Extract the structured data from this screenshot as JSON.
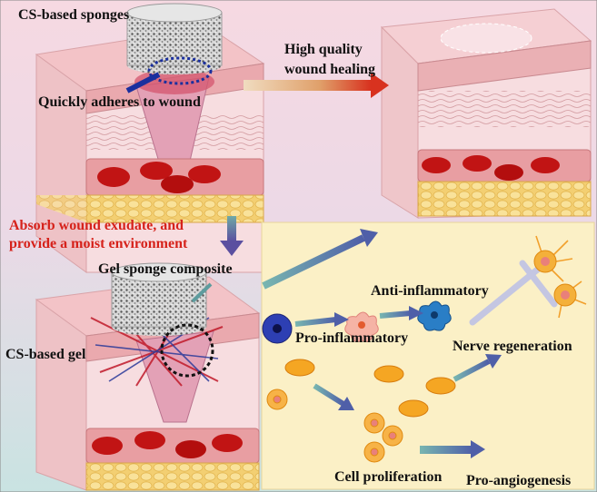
{
  "labels": {
    "cs_sponges": "CS-based sponges",
    "adheres": "Quickly adheres to wound",
    "high_quality_1": "High quality",
    "high_quality_2": "wound healing",
    "absorb_1": "Absorb wound exudate, and",
    "absorb_2": "provide a moist environment",
    "gel_sponge": "Gel sponge composite",
    "cs_gel": "CS-based gel",
    "anti_inflammatory": "Anti-inflammatory",
    "pro_inflammatory": "Pro-inflammatory",
    "nerve": "Nerve regeneration",
    "cell_prolif": "Cell proliferation",
    "pro_angio": "Pro-angiogenesis"
  },
  "colors": {
    "background_top": "#f4d6de",
    "background_bottom": "#cfe6e6",
    "panel": "#fbf0c6",
    "skin": "#f5c9cc",
    "dermis": "#f7d9dc",
    "fat": "#f4d27a",
    "blood_cell": "#c11414",
    "vessel": "#d97a7e",
    "accent_red": "#d6221b",
    "arrow_gradient_start": "#e8c99a",
    "arrow_gradient_end": "#d93a25",
    "arrow_blue": "#4f63a6",
    "arrow_teal": "#5e9c9e"
  }
}
